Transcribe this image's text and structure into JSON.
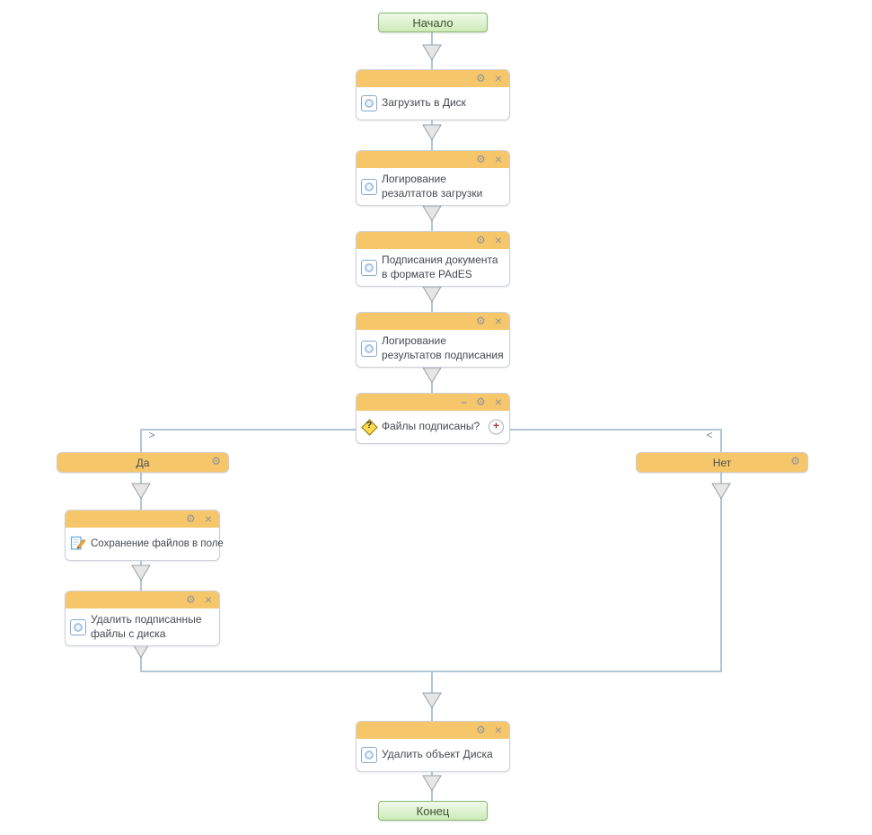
{
  "diagram": {
    "start_label": "Начало",
    "end_label": "Конец",
    "blocks": [
      {
        "label": "Загрузить в Диск"
      },
      {
        "label": "Логирование резалтатов загрузки"
      },
      {
        "label": "Подписания документа в формате PAdES"
      },
      {
        "label": "Логирование результатов подписания"
      },
      {
        "label": "Сохранение файлов в поле"
      },
      {
        "label": "Удалить подписанные файлы с диска"
      },
      {
        "label": "Удалить объект Диска"
      }
    ],
    "condition": {
      "label": "Файлы подписаны?"
    },
    "branches": {
      "yes_label": "Да",
      "no_label": "Нет"
    },
    "icons": {
      "gear": "⚙",
      "close": "×",
      "minimize": "–",
      "add": "+",
      "collapse_right": ">",
      "collapse_left": "<",
      "question_mark": "?"
    },
    "colors": {
      "block_header": "#f6c66a",
      "block_border": "#ccd1d9",
      "connector": "#b3c5d6",
      "start_fill_top": "#f0faea",
      "start_fill_bottom": "#cdeab9",
      "start_border": "#8ab873",
      "add_button": "#b43b3b",
      "condition_diamond": "#ffd84d"
    }
  }
}
